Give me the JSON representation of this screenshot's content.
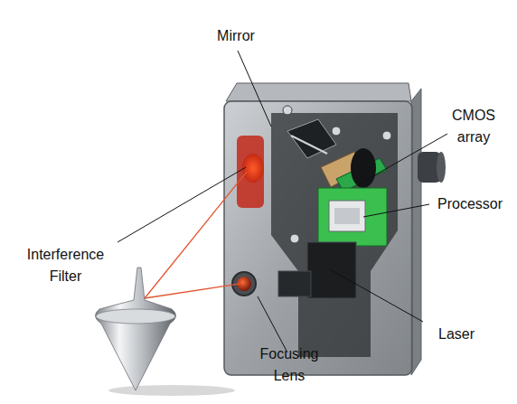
{
  "diagram": {
    "labels": [
      "Mirror",
      "CMOS array",
      "Interference Filter",
      "Processor",
      "Laser",
      "Focusing Lens"
    ]
  }
}
